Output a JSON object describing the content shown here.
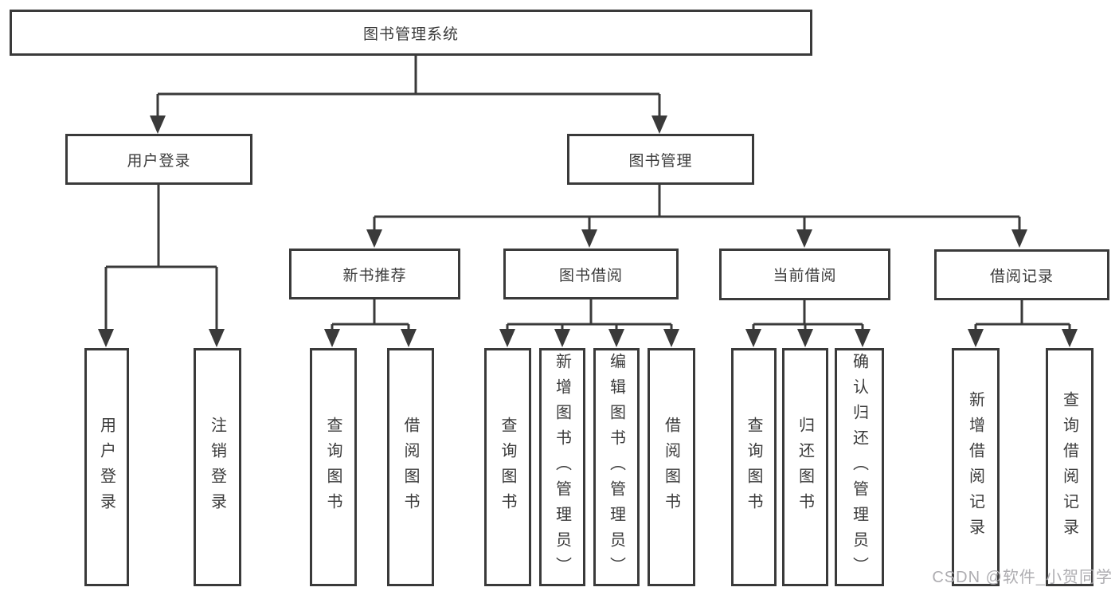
{
  "tree": {
    "root": {
      "label": "图书管理系统"
    },
    "branches": [
      {
        "label": "用户登录",
        "children": [
          {
            "label": "用户登录"
          },
          {
            "label": "注销登录"
          }
        ]
      },
      {
        "label": "图书管理",
        "children": [
          {
            "label": "新书推荐",
            "children": [
              {
                "label": "查询图书"
              },
              {
                "label": "借阅图书"
              }
            ]
          },
          {
            "label": "图书借阅",
            "children": [
              {
                "label": "查询图书"
              },
              {
                "label": "新增图书（管理员）"
              },
              {
                "label": "编辑图书（管理员）"
              },
              {
                "label": "借阅图书"
              }
            ]
          },
          {
            "label": "当前借阅",
            "children": [
              {
                "label": "查询图书"
              },
              {
                "label": "归还图书"
              },
              {
                "label": "确认归还（管理员）"
              }
            ]
          },
          {
            "label": "借阅记录",
            "children": [
              {
                "label": "新增借阅记录"
              },
              {
                "label": "查询借阅记录"
              }
            ]
          }
        ]
      }
    ]
  },
  "colors": {
    "line": "#3a3a3a",
    "text": "#3b3b3b",
    "watermark": "#aeadb1",
    "background": "#ffffff"
  },
  "watermark": {
    "text": "CSDN @软件_小贺同学"
  }
}
